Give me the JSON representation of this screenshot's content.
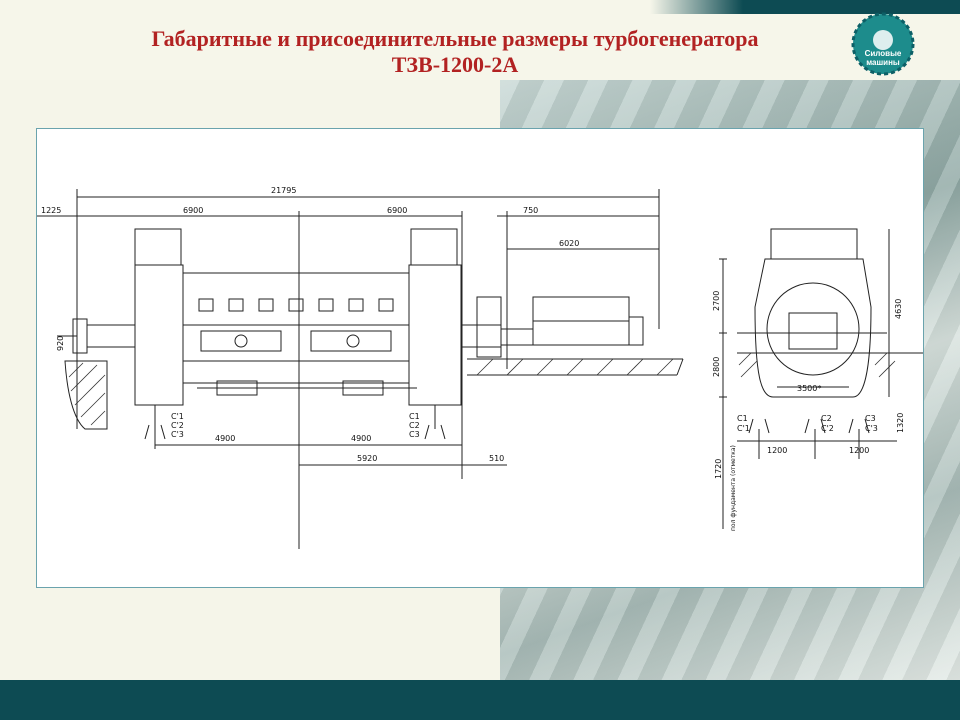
{
  "title": {
    "line1": "Габаритные и присоединительные размеры турбогенератора",
    "line2": "ТЗВ-1200-2А"
  },
  "logo": {
    "text1": "Силовые",
    "text2": "машины",
    "icon": "company-logo"
  },
  "drawing": {
    "side_view": {
      "overall_length": "21795",
      "left_offset": "1225",
      "half_left": "6900",
      "half_right": "6900",
      "exciter_gap": "750",
      "exciter_length": "6020",
      "shaft_height": "920",
      "support_left": "4900",
      "support_right": "4900",
      "center_to_end": "5920",
      "end_gap": "510",
      "terminals_left": [
        "C'1",
        "C'2",
        "C'3"
      ],
      "terminals_right": [
        "C1",
        "C2",
        "C3"
      ]
    },
    "end_view": {
      "upper_height": "2700",
      "total_height": "4630",
      "lower_height": "2800",
      "width": "3500*",
      "terminal_offset_left": "1200",
      "terminal_offset_right": "1200",
      "terminal_depth": "1320",
      "pit_depth": "1720",
      "pit_note": "пол фундамента (отметка)",
      "terminals_left": [
        "C1",
        "C'1"
      ],
      "terminals_mid": [
        "C2",
        "C'2"
      ],
      "terminals_right": [
        "C3",
        "C'3"
      ]
    }
  }
}
